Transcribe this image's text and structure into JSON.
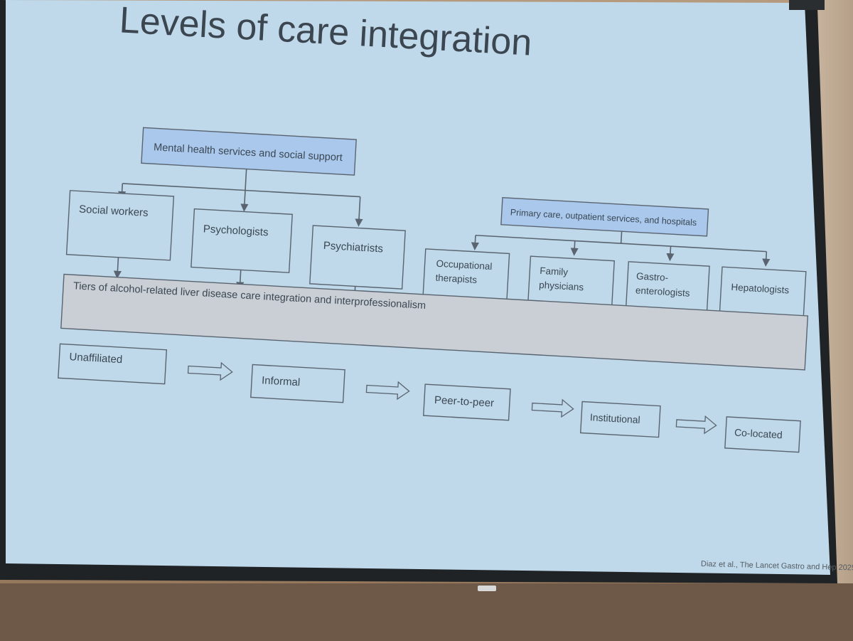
{
  "slide": {
    "title": "Levels of care integration",
    "credit": "Diaz et al., The Lancet Gastro and Hep 2025"
  },
  "diagram": {
    "group_left": "Mental health services and social support",
    "group_right": "Primary care, outpatient services, and hospitals",
    "left_roles": [
      "Social workers",
      "Psychologists",
      "Psychiatrists"
    ],
    "right_roles": [
      [
        "Occupational",
        "therapists"
      ],
      [
        "Family",
        "physicians"
      ],
      [
        "Gastro-",
        "enterologists"
      ],
      [
        "Hepatologists"
      ]
    ],
    "band_label": "Tiers of alcohol-related liver disease care integration and interprofessionalism",
    "tiers": [
      "Unaffiliated",
      "Informal",
      "Peer-to-peer",
      "Institutional",
      "Co-located"
    ]
  },
  "colors": {
    "screen": "#bfd9ea",
    "box_fill_blue": "#a9c8ec",
    "band_fill": "#c9cfd4",
    "line": "#5a6470"
  }
}
